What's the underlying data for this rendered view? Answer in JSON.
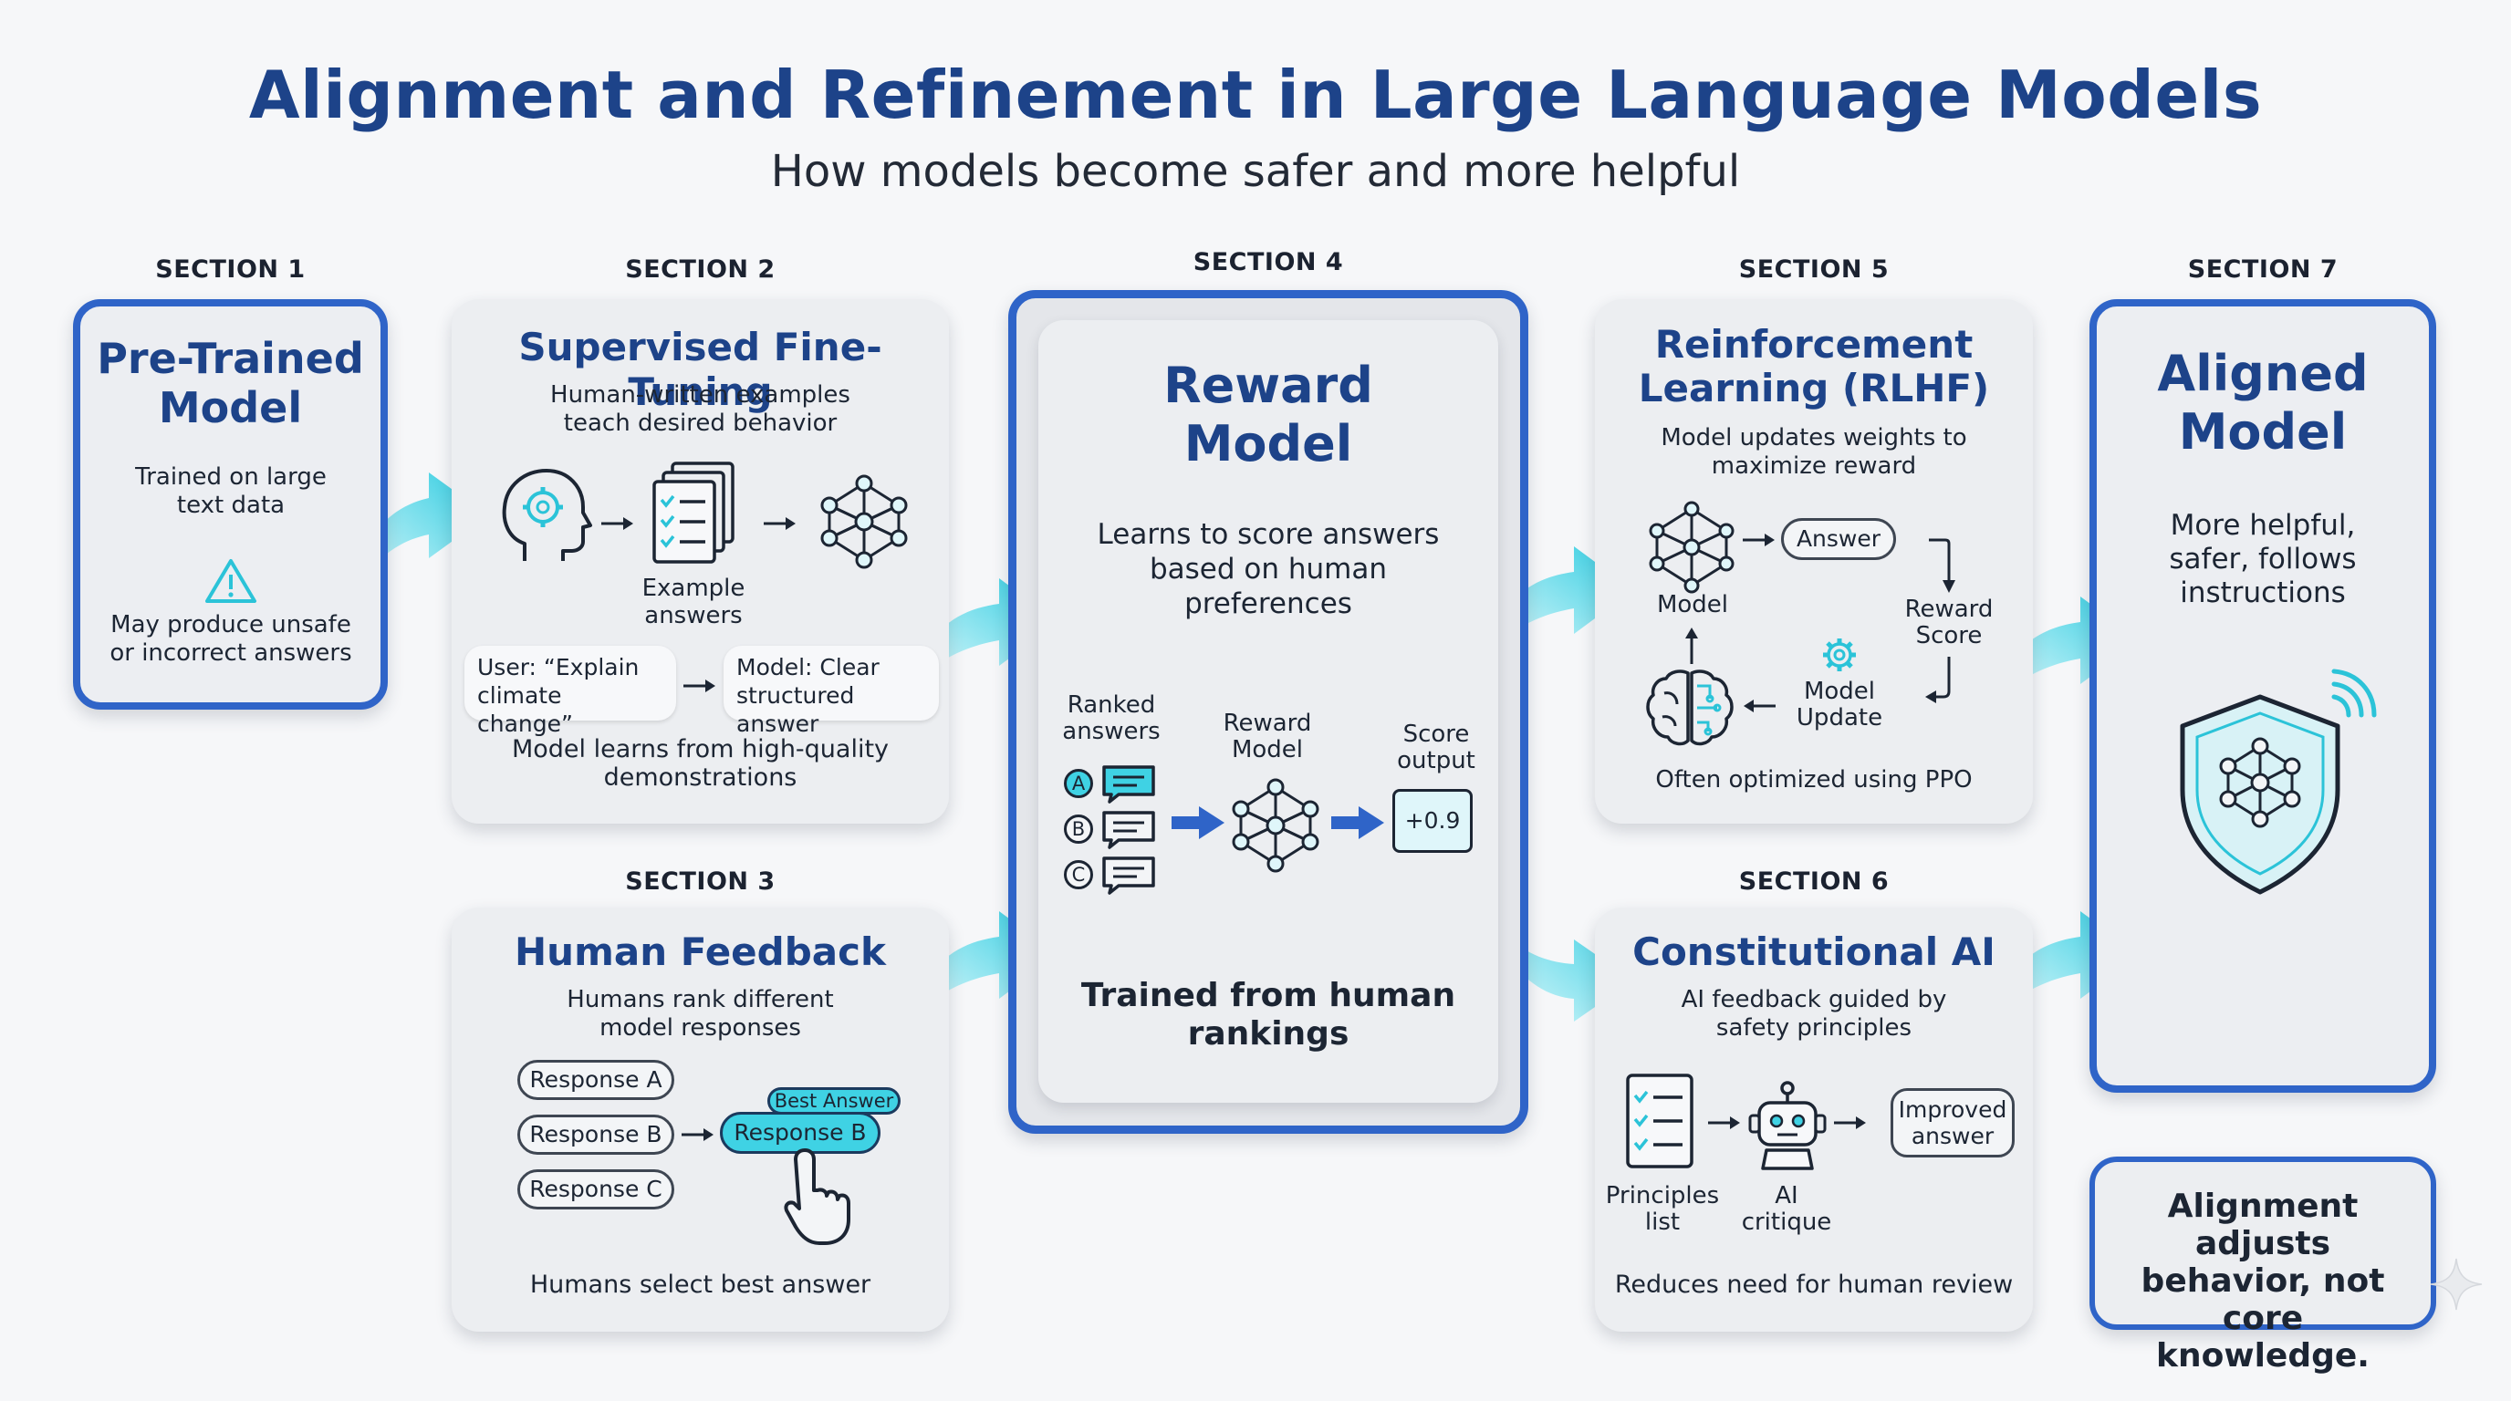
{
  "title": "Alignment and Refinement in Large Language Models",
  "subtitle": "How models become safer and more helpful",
  "sections": {
    "s1": {
      "label": "SECTION 1",
      "title_line1": "Pre-Trained",
      "title_line2": "Model",
      "desc": "Trained on large text data",
      "warning": "May produce unsafe or incorrect answers"
    },
    "s2": {
      "label": "SECTION 2",
      "title": "Supervised Fine-Tuning",
      "desc": "Human-written examples teach desired behavior",
      "examples_label": "Example answers",
      "user_prompt": "User: “Explain climate change”",
      "model_answer": "Model: Clear structured answer",
      "footer": "Model learns from high-quality demonstrations"
    },
    "s3": {
      "label": "SECTION 3",
      "title": "Human Feedback",
      "desc": "Humans rank different model responses",
      "responses": [
        "Response A",
        "Response B",
        "Response C"
      ],
      "best_tag": "Best Answer",
      "selected": "Response B",
      "footer": "Humans select best answer"
    },
    "s4": {
      "label": "SECTION 4",
      "title_line1": "Reward",
      "title_line2": "Model",
      "desc": "Learns to score answers based on human preferences",
      "ranked_label": "Ranked answers",
      "ranks": [
        "A",
        "B",
        "C"
      ],
      "reward_label": "Reward Model",
      "score_label": "Score output",
      "score_value": "+0.9",
      "footer": "Trained from human rankings"
    },
    "s5": {
      "label": "SECTION 5",
      "title_line1": "Reinforcement",
      "title_line2": "Learning (RLHF)",
      "desc": "Model updates weights to maximize reward",
      "answer": "Answer",
      "model": "Model",
      "reward_score": "Reward Score",
      "model_update": "Model Update",
      "footer": "Often optimized using PPO"
    },
    "s6": {
      "label": "SECTION 6",
      "title": "Constitutional AI",
      "desc": "AI feedback guided by safety principles",
      "principles": "Principles list",
      "critique": "AI critique",
      "improved": "Improved answer",
      "footer": "Reduces need for human review"
    },
    "s7": {
      "label": "SECTION 7",
      "title_line1": "Aligned",
      "title_line2": "Model",
      "desc": "More helpful, safer, follows instructions"
    }
  },
  "note": "Alignment adjusts behavior, not core knowledge.",
  "colors": {
    "accent_blue": "#2f64c8",
    "title_blue": "#1d4389",
    "cyan": "#3fd2e4",
    "card_bg": "#eceef1"
  }
}
